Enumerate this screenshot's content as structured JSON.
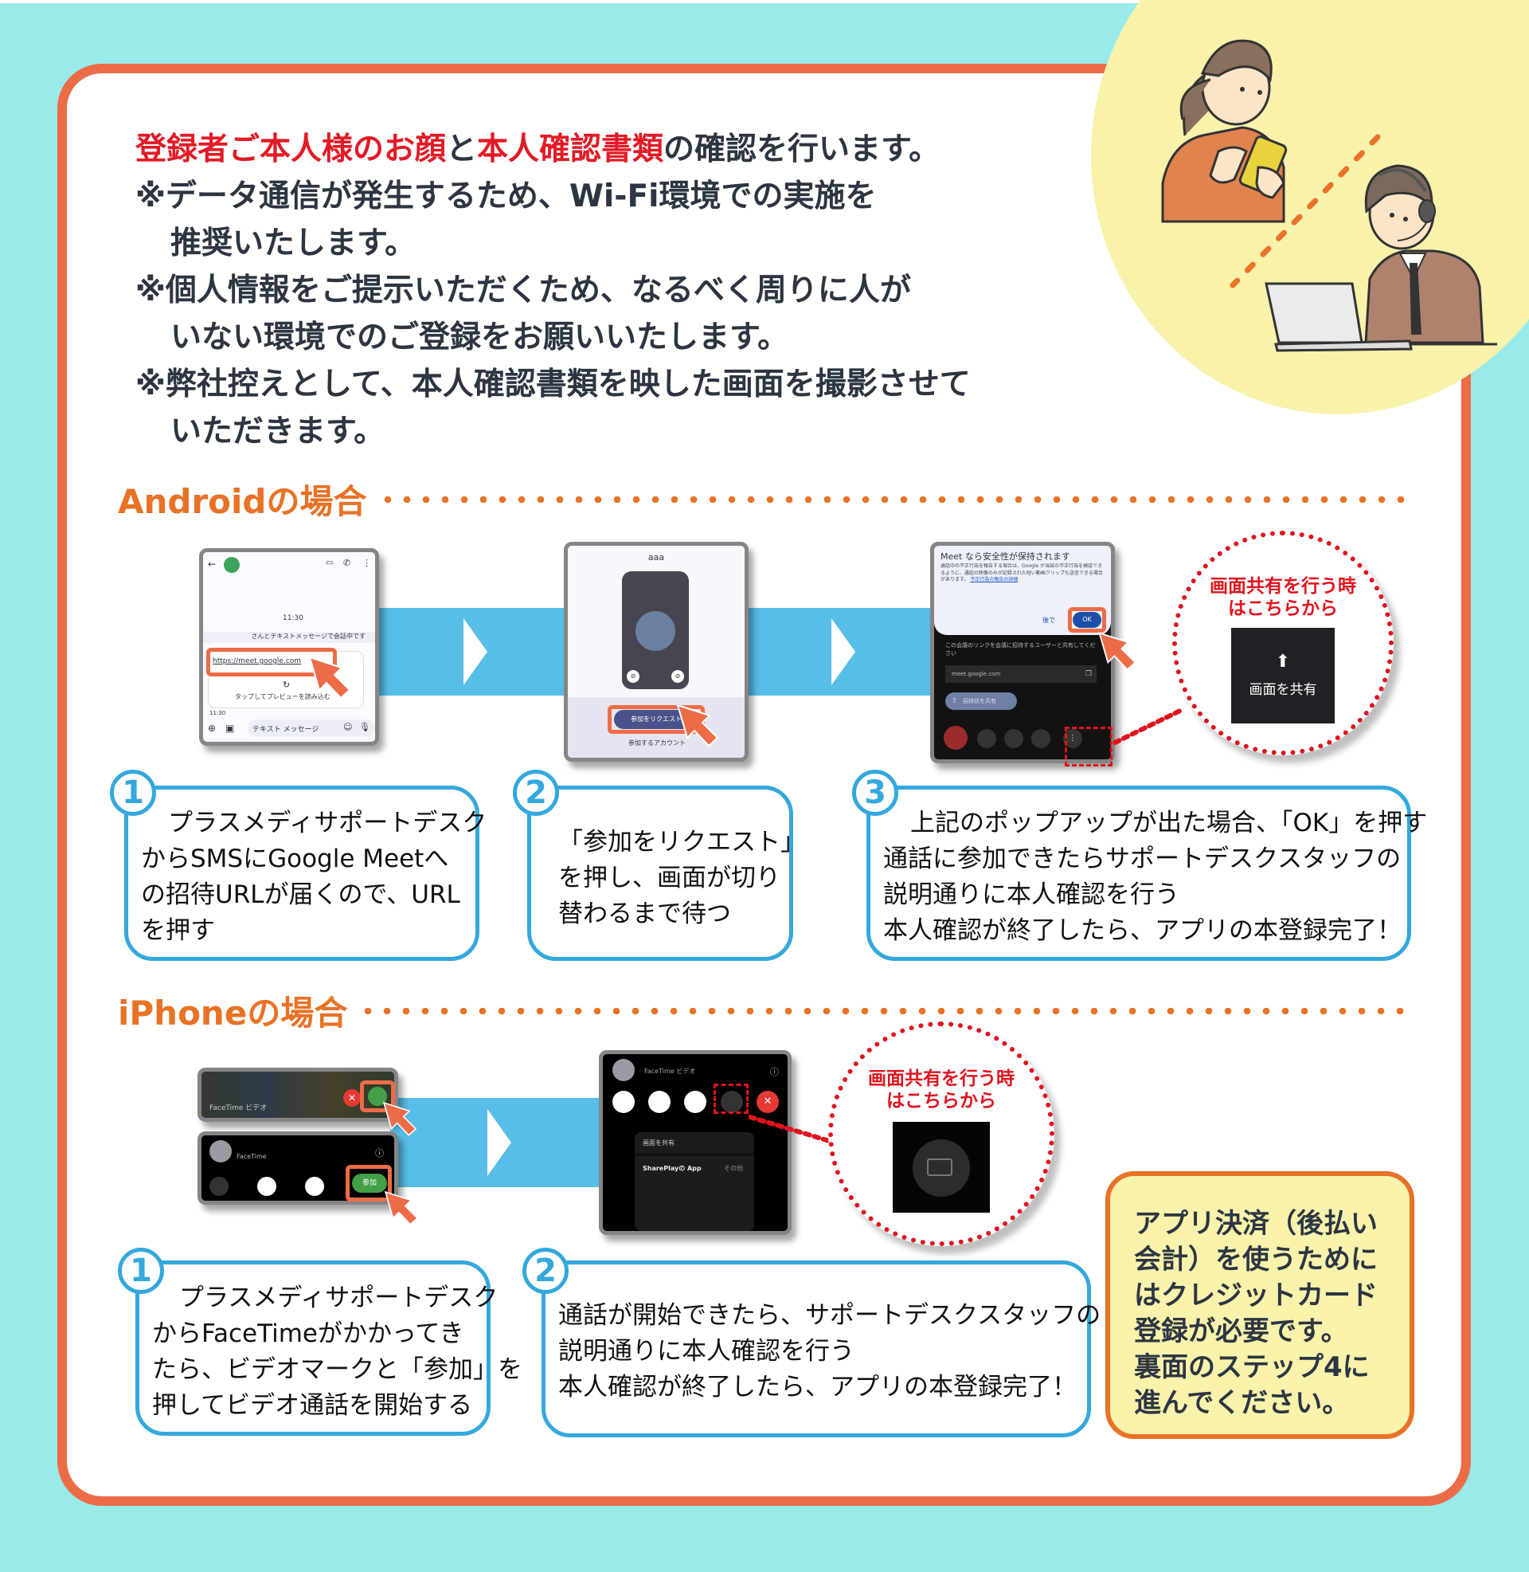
{
  "colors": {
    "background": "#99ebe9",
    "card_border": "#ec6c47",
    "accent_red": "#e21b26",
    "section_orange": "#e87226",
    "step_blue": "#34a8dd",
    "flow_blue": "#58bde7",
    "note_yellow": "#f8f2ab"
  },
  "intro": {
    "line1_red_a": "登録者ご本人様のお顔",
    "line1_mid": "と",
    "line1_red_b": "本人確認書類",
    "line1_tail": "の確認を行います。",
    "note1_a": "※データ通信が発生するため、Wi-Fi環境での実施を",
    "note1_b": "推奨いたします。",
    "note2_a": "※個人情報をご提示いただくため、なるべく周りに人が",
    "note2_b": "いない環境でのご登録をお願いいたします。",
    "note3_a": "※弊社控えとして、本人確認書類を映した画面を撮影させて",
    "note3_b": "いただきます。"
  },
  "android": {
    "title": "Androidの場合",
    "sms_screen": {
      "time1": "11:30",
      "info": "さんとテキストメッセージで会話中です",
      "link": "https://meet.google.com",
      "preview": "タップしてプレビューを読み込む",
      "time2": "11:30",
      "input_placeholder": "テキスト メッセージ"
    },
    "join_screen": {
      "name": "aaa",
      "button": "参加をリクエスト",
      "account": "参加するアカウント"
    },
    "meet_screen": {
      "dialog_title": "Meet なら安全性が保持されます",
      "dialog_body": "通話中の不正行為を報告する場合は、Google が当該の不正行為を検証できるように、通話の映像のみが記録された短い動画クリップも送信できる場合があります。",
      "dialog_link": "不正行為の報告の詳細",
      "later": "後で",
      "ok": "OK",
      "share_hint": "この会議のリンクを会議に招待するユーザーと共有してください",
      "url": "meet.google.com",
      "invite": "招待状を共有"
    },
    "callout": {
      "line1": "画面共有を行う時",
      "line2": "はこちらから",
      "button": "画面を共有"
    },
    "steps": [
      {
        "num": "1",
        "lines": [
          "プラスメディサポートデスク",
          "からSMSにGoogle Meetへ",
          "の招待URLが届くので、URL",
          "を押す"
        ]
      },
      {
        "num": "2",
        "lines": [
          "「参加をリクエスト」",
          "を押し、画面が切り",
          "替わるまで待つ"
        ]
      },
      {
        "num": "3",
        "lines": [
          "上記のポップアップが出た場合、「OK」を押す",
          "通話に参加できたらサポートデスクスタッフの",
          "説明通りに本人確認を行う",
          "本人確認が終了したら、アプリの本登録完了！"
        ]
      }
    ]
  },
  "iphone": {
    "title": "iPhoneの場合",
    "incoming": {
      "banner_label": "FaceTime ビデオ",
      "caller_label": "FaceTime",
      "join_button": "参加"
    },
    "call_screen": {
      "label": "FaceTime ビデオ",
      "menu_share": "画面を共有",
      "menu_shareplay": "SharePlayの App",
      "menu_other": "その他"
    },
    "callout": {
      "line1": "画面共有を行う時",
      "line2": "はこちらから"
    },
    "steps": [
      {
        "num": "1",
        "lines": [
          "プラスメディサポートデスク",
          "からFaceTimeがかかってき",
          "たら、ビデオマークと「参加」を",
          "押してビデオ通話を開始する"
        ]
      },
      {
        "num": "2",
        "lines": [
          "通話が開始できたら、サポートデスクスタッフの",
          "説明通りに本人確認を行う",
          "本人確認が終了したら、アプリの本登録完了！"
        ]
      }
    ]
  },
  "note": {
    "lines": [
      "アプリ決済（後払い",
      "会計）を使うために",
      "はクレジットカード",
      "登録が必要です。",
      "裏面のステップ4に",
      "進んでください。"
    ]
  }
}
